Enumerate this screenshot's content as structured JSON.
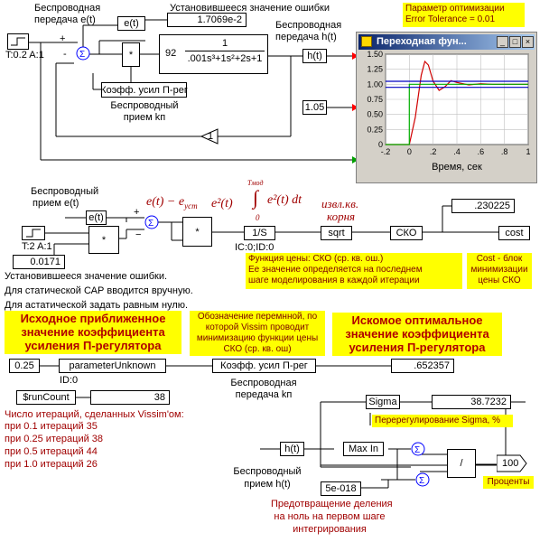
{
  "top": {
    "wireless_err_label": [
      "Беспроводная",
      "передача e(t)"
    ],
    "steady_err_label": "Установившееся значение ошибки",
    "wireless_h_label": [
      "Беспроводная",
      "передача h(t)"
    ],
    "step_block": "T:0.2 A:1",
    "err_block": "e(t)",
    "err_value": "1.7069e-2",
    "tf_gain": "92",
    "tf_num": "1",
    "tf_den": ".001s³+1s²+2s+1",
    "ht_block": "h(t)",
    "kp_block": "Коэфф. усил П-рег",
    "wireless_kp_label": [
      "Беспроводный",
      "прием kп"
    ],
    "const_value": "1.05",
    "const_1": "1",
    "mult": "*",
    "sum_signs": [
      "+",
      "-"
    ]
  },
  "plot_window": {
    "title": "Переходная фун...",
    "buttons": [
      "_",
      "□",
      "×"
    ],
    "y_ticks": [
      "1.50",
      "1.25",
      "1.00",
      "0.75",
      "0.50",
      "0.25",
      "0"
    ],
    "x_ticks": [
      "-.2",
      "0",
      ".2",
      ".4",
      ".6",
      ".8",
      "1"
    ],
    "xlabel": "Время, сек"
  },
  "chart_data": {
    "type": "line",
    "title": "Переходная фун...",
    "xlabel": "Время, сек",
    "ylabel": "",
    "xlim": [
      -0.2,
      1.0
    ],
    "ylim": [
      0,
      1.5
    ],
    "grid": true,
    "series": [
      {
        "color": "#d00000",
        "x": [
          -0.2,
          0.0,
          0.05,
          0.1,
          0.13,
          0.16,
          0.2,
          0.25,
          0.3,
          0.35,
          0.4,
          0.5,
          0.6,
          0.7,
          0.8,
          0.9,
          1.0
        ],
        "y": [
          0,
          0,
          0.45,
          1.15,
          1.38,
          1.32,
          1.05,
          0.9,
          0.96,
          1.06,
          1.03,
          0.99,
          1.01,
          1.0,
          1.0,
          1.0,
          1.0
        ]
      },
      {
        "color": "#00b000",
        "x": [
          -0.2,
          0.0,
          0.0,
          1.0
        ],
        "y": [
          0,
          0,
          1.0,
          1.0
        ]
      },
      {
        "color": "#0000c0",
        "x": [
          -0.2,
          1.0
        ],
        "y": [
          1.05,
          1.05
        ]
      },
      {
        "color": "#0000c0",
        "x": [
          -0.2,
          1.0
        ],
        "y": [
          0.95,
          0.95
        ]
      }
    ]
  },
  "tolerance_note": [
    "Параметр оптимизации",
    "Error Tolerance = 0.01"
  ],
  "mid": {
    "wireless_e_label": [
      "Беспроводный",
      "прием e(t)"
    ],
    "et_block": "e(t)",
    "step_block": "T:2 A:1",
    "const_value": "0.0171",
    "mult": "*",
    "math_diff": "e(t) − e",
    "math_diff_sub": "уст",
    "math_sq": "e²(t)",
    "math_int_top": "Tмод",
    "math_int_bottom": "0",
    "math_int_body": "e²(t) dt",
    "integrator": "1/S",
    "integrator_ic": "IC:0;ID:0",
    "sqrt_block": "sqrt",
    "sqrt_label": [
      "извл.кв.",
      "корня"
    ],
    "sko_block": "СКО",
    "sko_value": ".230225",
    "cost_block": "cost",
    "func_note": [
      "Функция цены: СКО (ср. кв. ош.)",
      "Ее значение определяется на последнем",
      "шаге моделирования в каждой итерации"
    ],
    "cost_note": [
      "Cost - блок",
      "минимизации",
      "цены СКО"
    ],
    "static_text": [
      "Установившееся значение ошибки.",
      "Для статической САР вводится вручную.",
      "Для астатической задать равным нулю."
    ]
  },
  "params": {
    "initial_note": [
      "Исходное приближенное",
      "значение коэффициента",
      "усиления П-регулятора"
    ],
    "vissim_note": [
      "Обозначение перемнной, по",
      "которой Vissim проводит",
      "минимизацию функции цены",
      "СКО (ср. кв. ош)"
    ],
    "optimal_note": [
      "Искомое оптимальное",
      "значение коэффициента",
      "усиления П-регулятора"
    ],
    "init_value": "0.25",
    "param_block": "parameterUnknown",
    "param_id": "ID:0",
    "kp_block": "Коэфф. усил П-рег",
    "kp_label": [
      "Беспроводная",
      "передача kп"
    ],
    "opt_value": ".652357",
    "runcount_block": "$runCount",
    "runcount_value": "38",
    "iter_text": [
      "Число итераций, сделанных Vissim'ом:",
      "при 0.1    итераций 35",
      "при 0.25 итераций 38",
      "при 0.5   итераций 44",
      "при 1.0   итераций 26"
    ]
  },
  "sigma": {
    "sigma_block": "Sigma",
    "sigma_value": "38.7232",
    "sigma_note": "Перерегулирование Sigma, %",
    "ht_block": "h(t)",
    "maxin_block": "Max In",
    "eps_block": "5e-018",
    "div_block": "/",
    "gain_block": "100",
    "percent_note": "Проценты",
    "wireless_h_label": [
      "Беспроводный",
      "прием h(t)"
    ],
    "div_note": [
      "Предотвращение деления",
      "на ноль на первом шаге",
      "интегрирования"
    ]
  },
  "colors": {
    "note_bg": "#ffff00",
    "note_text": "#7a0000",
    "big_note_text": "#b00000",
    "sum_blue": "#0000ff",
    "arrow_red": "#ff0000",
    "arrow_green": "#00a000"
  }
}
